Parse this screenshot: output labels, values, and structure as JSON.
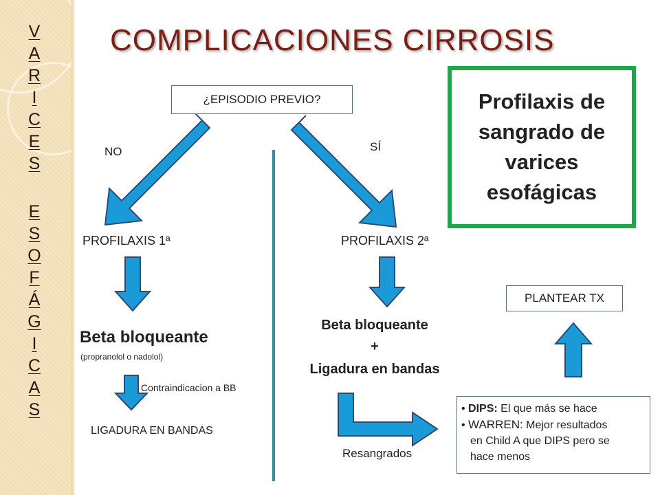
{
  "sidebar": {
    "word1": [
      "V",
      "A",
      "R",
      "I",
      "C",
      "E",
      "S"
    ],
    "word2": [
      "E",
      "S",
      "O",
      "F",
      "Á",
      "G",
      "I",
      "C",
      "A",
      "S"
    ]
  },
  "title": "COMPLICACIONES CIRROSIS",
  "episodio_box": "¿EPISODIO PREVIO?",
  "branch_no": "NO",
  "branch_si": "SÍ",
  "green_box": "Profilaxis de\nsangrado de\nvarices\nesofágicas",
  "left": {
    "heading": "PROFILAXIS 1ª",
    "treatment": "Beta bloqueante",
    "treatment_note": "(propranolol o nadolol)",
    "contraindication": "Contraindicacion a BB",
    "alternative": "LIGADURA EN BANDAS"
  },
  "right": {
    "heading": "PROFILAXIS 2ª",
    "treatment_line1": "Beta bloqueante",
    "treatment_plus": "+",
    "treatment_line2": "Ligadura en bandas",
    "resangrados": "Resangrados",
    "plantear": "PLANTEAR TX"
  },
  "dips_box": {
    "item1_bold": "DIPS:",
    "item1_text": " El que más se hace",
    "item2_bold": "WARREN:",
    "item2_text": " Mejor resultados",
    "item2_cont1": "en Child A que DIPS pero se",
    "item2_cont2": "hace menos"
  },
  "colors": {
    "sidebar": "#f2dfb7",
    "title": "#7a1f15",
    "arrow_fill": "#1a9ad6",
    "arrow_stroke": "#2b4a7a",
    "divider": "#3a8aa0",
    "green_border": "#1aa84a"
  }
}
